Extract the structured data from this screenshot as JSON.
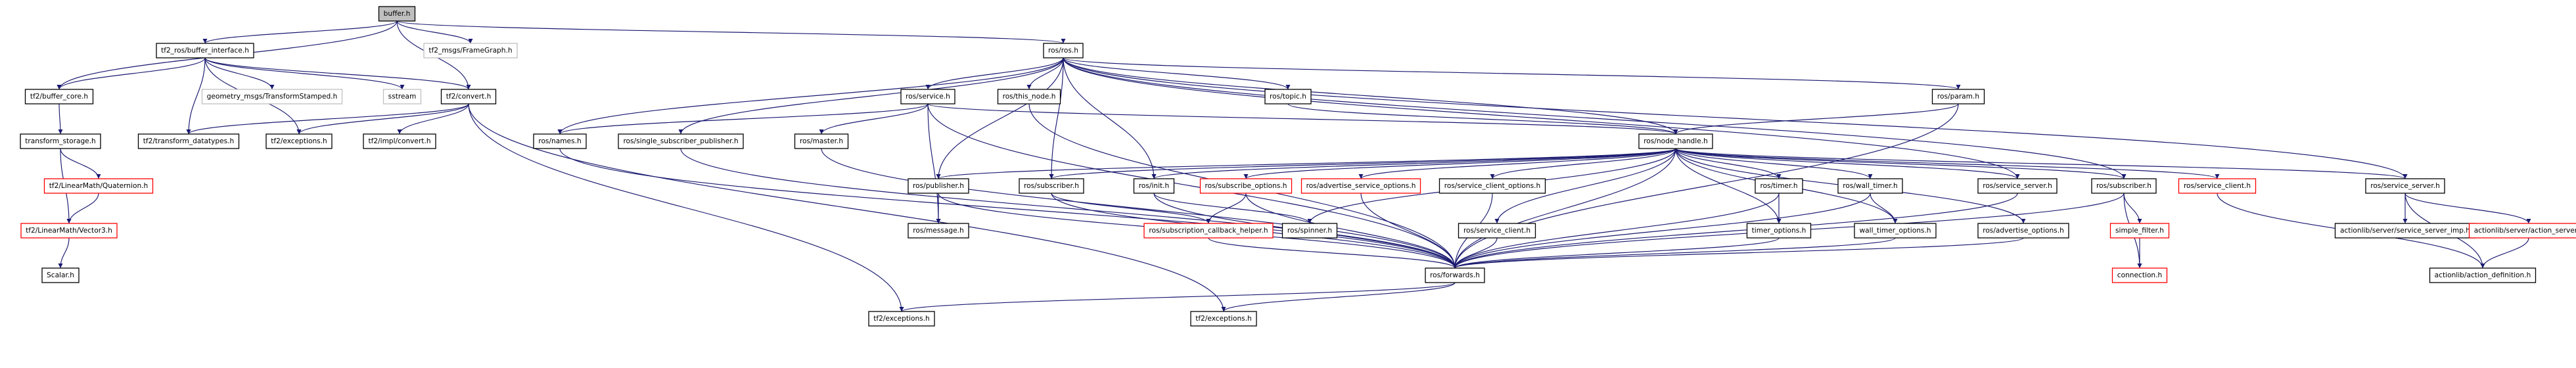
{
  "colors": {
    "edge": "#191970",
    "root_fill": "#bfbfbf",
    "documented_border": "#000000",
    "undocumented_border": "#bfbfbf",
    "truncated_border": "#ff0000"
  },
  "nodes": [
    {
      "id": "buffer_h",
      "label": "buffer.h",
      "kind": "root"
    },
    {
      "id": "tf2_ros_buffer_interface_h",
      "label": "tf2_ros/buffer_interface.h",
      "kind": "normal"
    },
    {
      "id": "tf2_msgs_framegraph_h",
      "label": "tf2_msgs/FrameGraph.h",
      "kind": "undocumented"
    },
    {
      "id": "ros_h",
      "label": "ros/ros.h",
      "kind": "normal"
    },
    {
      "id": "tf2_buffer_core_h",
      "label": "tf2/buffer_core.h",
      "kind": "normal"
    },
    {
      "id": "geometry_msgs_transformstamped_h",
      "label": "geometry_msgs/TransformStamped.h",
      "kind": "undocumented"
    },
    {
      "id": "sstream",
      "label": "sstream",
      "kind": "undocumented"
    },
    {
      "id": "tf2_convert_h",
      "label": "tf2/convert.h",
      "kind": "normal"
    },
    {
      "id": "ros_service_h",
      "label": "ros/service.h",
      "kind": "normal"
    },
    {
      "id": "ros_this_node_h",
      "label": "ros/this_node.h",
      "kind": "normal"
    },
    {
      "id": "ros_topic_h",
      "label": "ros/topic.h",
      "kind": "normal"
    },
    {
      "id": "ros_param_h",
      "label": "ros/param.h",
      "kind": "normal"
    },
    {
      "id": "transform_storage_h",
      "label": "transform_storage.h",
      "kind": "normal"
    },
    {
      "id": "tf2_transform_datatypes_h",
      "label": "tf2/transform_datatypes.h",
      "kind": "normal"
    },
    {
      "id": "tf2_exceptions_h_a",
      "label": "tf2/exceptions.h",
      "kind": "normal"
    },
    {
      "id": "tf2_impl_convert_h",
      "label": "tf2/impl/convert.h",
      "kind": "normal"
    },
    {
      "id": "ros_names_h",
      "label": "ros/names.h",
      "kind": "normal"
    },
    {
      "id": "ros_single_subscriber_publisher_h",
      "label": "ros/single_subscriber_publisher.h",
      "kind": "normal"
    },
    {
      "id": "ros_master_h",
      "label": "ros/master.h",
      "kind": "normal"
    },
    {
      "id": "ros_node_handle_h",
      "label": "ros/node_handle.h",
      "kind": "normal"
    },
    {
      "id": "tf2_linearmath_quaternion_h",
      "label": "tf2/LinearMath/Quaternion.h",
      "kind": "truncated"
    },
    {
      "id": "tf2_linearmath_vector3_h",
      "label": "tf2/LinearMath/Vector3.h",
      "kind": "truncated"
    },
    {
      "id": "scalar_h",
      "label": "Scalar.h",
      "kind": "normal"
    },
    {
      "id": "ros_publisher_h",
      "label": "ros/publisher.h",
      "kind": "normal"
    },
    {
      "id": "ros_subscriber_h_a",
      "label": "ros/subscriber.h",
      "kind": "normal"
    },
    {
      "id": "ros_init_h",
      "label": "ros/init.h",
      "kind": "normal"
    },
    {
      "id": "ros_subscribe_options_h",
      "label": "ros/subscribe_options.h",
      "kind": "truncated"
    },
    {
      "id": "ros_advertise_service_options_h",
      "label": "ros/advertise_service_options.h",
      "kind": "truncated"
    },
    {
      "id": "ros_service_client_options_h",
      "label": "ros/service_client_options.h",
      "kind": "normal"
    },
    {
      "id": "ros_timer_h",
      "label": "ros/timer.h",
      "kind": "normal"
    },
    {
      "id": "ros_wall_timer_h",
      "label": "ros/wall_timer.h",
      "kind": "normal"
    },
    {
      "id": "ros_service_server_h_a",
      "label": "ros/service_server.h",
      "kind": "normal"
    },
    {
      "id": "ros_subscriber_h_b",
      "label": "ros/subscriber.h",
      "kind": "normal"
    },
    {
      "id": "ros_service_client_h_red",
      "label": "ros/service_client.h",
      "kind": "truncated"
    },
    {
      "id": "ros_service_server_h_b",
      "label": "ros/service_server.h",
      "kind": "normal"
    },
    {
      "id": "ros_message_h",
      "label": "ros/message.h",
      "kind": "normal"
    },
    {
      "id": "ros_subscription_callback_helper_h",
      "label": "ros/subscription_callback_helper.h",
      "kind": "truncated"
    },
    {
      "id": "ros_spinner_h",
      "label": "ros/spinner.h",
      "kind": "normal"
    },
    {
      "id": "ros_service_client_h",
      "label": "ros/service_client.h",
      "kind": "normal"
    },
    {
      "id": "timer_options_h",
      "label": "timer_options.h",
      "kind": "normal"
    },
    {
      "id": "wall_timer_options_h",
      "label": "wall_timer_options.h",
      "kind": "normal"
    },
    {
      "id": "ros_advertise_options_h",
      "label": "ros/advertise_options.h",
      "kind": "normal"
    },
    {
      "id": "simple_filter_h",
      "label": "simple_filter.h",
      "kind": "truncated"
    },
    {
      "id": "actionlib_server_service_server_imp_h",
      "label": "actionlib/server/service_server_imp.h",
      "kind": "normal"
    },
    {
      "id": "actionlib_server_action_server_h",
      "label": "actionlib/server/action_server.h",
      "kind": "truncated"
    },
    {
      "id": "ros_forwards_h",
      "label": "ros/forwards.h",
      "kind": "normal"
    },
    {
      "id": "connection_h",
      "label": "connection.h",
      "kind": "truncated"
    },
    {
      "id": "actionlib_action_definition_h",
      "label": "actionlib/action_definition.h",
      "kind": "normal"
    },
    {
      "id": "tf2_exceptions_h_b",
      "label": "tf2/exceptions.h",
      "kind": "normal"
    },
    {
      "id": "tf2_exceptions_h_c",
      "label": "tf2/exceptions.h",
      "kind": "normal"
    }
  ],
  "edges": [
    [
      "buffer_h",
      "tf2_ros_buffer_interface_h"
    ],
    [
      "buffer_h",
      "tf2_msgs_framegraph_h"
    ],
    [
      "buffer_h",
      "ros_h"
    ],
    [
      "buffer_h",
      "tf2_buffer_core_h"
    ],
    [
      "buffer_h",
      "tf2_convert_h"
    ],
    [
      "tf2_ros_buffer_interface_h",
      "tf2_buffer_core_h"
    ],
    [
      "tf2_ros_buffer_interface_h",
      "geometry_msgs_transformstamped_h"
    ],
    [
      "tf2_ros_buffer_interface_h",
      "sstream"
    ],
    [
      "tf2_ros_buffer_interface_h",
      "tf2_convert_h"
    ],
    [
      "tf2_ros_buffer_interface_h",
      "tf2_transform_datatypes_h"
    ],
    [
      "tf2_ros_buffer_interface_h",
      "tf2_exceptions_h_a"
    ],
    [
      "tf2_buffer_core_h",
      "transform_storage_h"
    ],
    [
      "transform_storage_h",
      "tf2_linearmath_quaternion_h"
    ],
    [
      "transform_storage_h",
      "tf2_linearmath_vector3_h"
    ],
    [
      "tf2_linearmath_quaternion_h",
      "tf2_linearmath_vector3_h"
    ],
    [
      "tf2_linearmath_vector3_h",
      "scalar_h"
    ],
    [
      "tf2_convert_h",
      "tf2_transform_datatypes_h"
    ],
    [
      "tf2_convert_h",
      "tf2_exceptions_h_a"
    ],
    [
      "tf2_convert_h",
      "tf2_impl_convert_h"
    ],
    [
      "tf2_convert_h",
      "tf2_exceptions_h_b"
    ],
    [
      "tf2_convert_h",
      "tf2_exceptions_h_c"
    ],
    [
      "ros_h",
      "ros_service_h"
    ],
    [
      "ros_h",
      "ros_this_node_h"
    ],
    [
      "ros_h",
      "ros_topic_h"
    ],
    [
      "ros_h",
      "ros_param_h"
    ],
    [
      "ros_h",
      "ros_names_h"
    ],
    [
      "ros_h",
      "ros_single_subscriber_publisher_h"
    ],
    [
      "ros_h",
      "ros_node_handle_h"
    ],
    [
      "ros_h",
      "ros_publisher_h"
    ],
    [
      "ros_h",
      "ros_subscriber_h_a"
    ],
    [
      "ros_h",
      "ros_init_h"
    ],
    [
      "ros_h",
      "ros_service_server_h_a"
    ],
    [
      "ros_h",
      "ros_subscriber_h_b"
    ],
    [
      "ros_h",
      "ros_service_server_h_b"
    ],
    [
      "ros_service_h",
      "ros_names_h"
    ],
    [
      "ros_service_h",
      "ros_master_h"
    ],
    [
      "ros_service_h",
      "ros_node_handle_h"
    ],
    [
      "ros_service_h",
      "ros_message_h"
    ],
    [
      "ros_service_h",
      "ros_forwards_h"
    ],
    [
      "ros_this_node_h",
      "ros_forwards_h"
    ],
    [
      "ros_topic_h",
      "ros_node_handle_h"
    ],
    [
      "ros_param_h",
      "ros_node_handle_h"
    ],
    [
      "ros_param_h",
      "ros_forwards_h"
    ],
    [
      "ros_names_h",
      "ros_forwards_h"
    ],
    [
      "ros_single_subscriber_publisher_h",
      "ros_forwards_h"
    ],
    [
      "ros_master_h",
      "ros_forwards_h"
    ],
    [
      "ros_node_handle_h",
      "ros_publisher_h"
    ],
    [
      "ros_node_handle_h",
      "ros_subscriber_h_a"
    ],
    [
      "ros_node_handle_h",
      "ros_init_h"
    ],
    [
      "ros_node_handle_h",
      "ros_subscribe_options_h"
    ],
    [
      "ros_node_handle_h",
      "ros_advertise_service_options_h"
    ],
    [
      "ros_node_handle_h",
      "ros_service_client_options_h"
    ],
    [
      "ros_node_handle_h",
      "ros_timer_h"
    ],
    [
      "ros_node_handle_h",
      "ros_wall_timer_h"
    ],
    [
      "ros_node_handle_h",
      "ros_service_server_h_a"
    ],
    [
      "ros_node_handle_h",
      "ros_subscriber_h_b"
    ],
    [
      "ros_node_handle_h",
      "ros_service_client_h_red"
    ],
    [
      "ros_node_handle_h",
      "ros_service_server_h_b"
    ],
    [
      "ros_node_handle_h",
      "ros_spinner_h"
    ],
    [
      "ros_node_handle_h",
      "ros_service_client_h"
    ],
    [
      "ros_node_handle_h",
      "timer_options_h"
    ],
    [
      "ros_node_handle_h",
      "wall_timer_options_h"
    ],
    [
      "ros_node_handle_h",
      "ros_advertise_options_h"
    ],
    [
      "ros_node_handle_h",
      "ros_forwards_h"
    ],
    [
      "ros_publisher_h",
      "ros_message_h"
    ],
    [
      "ros_publisher_h",
      "ros_forwards_h"
    ],
    [
      "ros_subscriber_h_a",
      "ros_subscription_callback_helper_h"
    ],
    [
      "ros_subscriber_h_a",
      "ros_forwards_h"
    ],
    [
      "ros_init_h",
      "ros_spinner_h"
    ],
    [
      "ros_init_h",
      "ros_forwards_h"
    ],
    [
      "ros_subscribe_options_h",
      "ros_subscription_callback_helper_h"
    ],
    [
      "ros_subscribe_options_h",
      "ros_forwards_h"
    ],
    [
      "ros_advertise_service_options_h",
      "ros_forwards_h"
    ],
    [
      "ros_service_client_options_h",
      "ros_forwards_h"
    ],
    [
      "ros_timer_h",
      "timer_options_h"
    ],
    [
      "ros_timer_h",
      "ros_forwards_h"
    ],
    [
      "ros_wall_timer_h",
      "wall_timer_options_h"
    ],
    [
      "ros_wall_timer_h",
      "ros_forwards_h"
    ],
    [
      "ros_service_server_h_a",
      "ros_forwards_h"
    ],
    [
      "ros_subscriber_h_b",
      "simple_filter_h"
    ],
    [
      "ros_subscriber_h_b",
      "connection_h"
    ],
    [
      "ros_subscriber_h_b",
      "ros_forwards_h"
    ],
    [
      "ros_service_server_h_b",
      "actionlib_server_service_server_imp_h"
    ],
    [
      "ros_service_server_h_b",
      "actionlib_server_action_server_h"
    ],
    [
      "ros_service_server_h_b",
      "actionlib_action_definition_h"
    ],
    [
      "ros_subscription_callback_helper_h",
      "ros_forwards_h"
    ],
    [
      "ros_service_client_h",
      "ros_forwards_h"
    ],
    [
      "timer_options_h",
      "ros_forwards_h"
    ],
    [
      "wall_timer_options_h",
      "ros_forwards_h"
    ],
    [
      "ros_advertise_options_h",
      "ros_forwards_h"
    ],
    [
      "simple_filter_h",
      "connection_h"
    ],
    [
      "actionlib_server_action_server_h",
      "actionlib_action_definition_h"
    ],
    [
      "ros_service_client_h_red",
      "actionlib_action_definition_h"
    ],
    [
      "ros_forwards_h",
      "tf2_exceptions_h_b"
    ],
    [
      "ros_forwards_h",
      "tf2_exceptions_h_c"
    ]
  ]
}
